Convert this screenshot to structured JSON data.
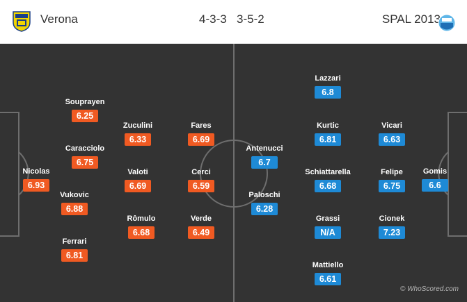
{
  "home": {
    "name": "Verona",
    "formation": "4-3-3",
    "crest_icon": "hellas-verona-crest",
    "color": "#f05a22"
  },
  "away": {
    "name": "SPAL 2013",
    "formation": "3-5-2",
    "crest_icon": "spal-crest",
    "color": "#1e8ad6"
  },
  "pitch_color": "#333333",
  "home_players": [
    {
      "name": "Nicolas",
      "rating": "6.93"
    },
    {
      "name": "Souprayen",
      "rating": "6.25"
    },
    {
      "name": "Caracciolo",
      "rating": "6.75"
    },
    {
      "name": "Vukovic",
      "rating": "6.88"
    },
    {
      "name": "Ferrari",
      "rating": "6.81"
    },
    {
      "name": "Zuculini",
      "rating": "6.33"
    },
    {
      "name": "Valoti",
      "rating": "6.69"
    },
    {
      "name": "Rômulo",
      "rating": "6.68"
    },
    {
      "name": "Fares",
      "rating": "6.69"
    },
    {
      "name": "Cerci",
      "rating": "6.59"
    },
    {
      "name": "Verde",
      "rating": "6.49"
    }
  ],
  "away_players": [
    {
      "name": "Antenucci",
      "rating": "6.7"
    },
    {
      "name": "Paloschi",
      "rating": "6.28"
    },
    {
      "name": "Lazzari",
      "rating": "6.8"
    },
    {
      "name": "Kurtic",
      "rating": "6.81"
    },
    {
      "name": "Schiattarella",
      "rating": "6.68"
    },
    {
      "name": "Grassi",
      "rating": "N/A"
    },
    {
      "name": "Mattiello",
      "rating": "6.61"
    },
    {
      "name": "Vicari",
      "rating": "6.63"
    },
    {
      "name": "Felipe",
      "rating": "6.75"
    },
    {
      "name": "Cionek",
      "rating": "7.23"
    },
    {
      "name": "Gomis",
      "rating": "6.6"
    }
  ],
  "watermark": "© WhoScored.com"
}
